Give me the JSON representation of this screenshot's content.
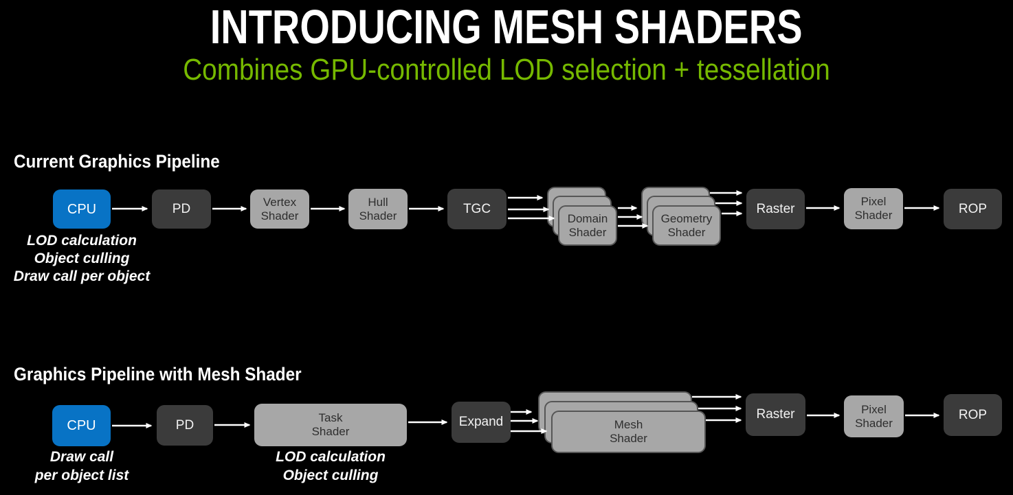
{
  "slide": {
    "title": "INTRODUCING MESH SHADERS",
    "subtitle": "Combines GPU-controlled LOD selection + tessellation"
  },
  "colors": {
    "background": "#000000",
    "title": "#ffffff",
    "subtitle_green": "#76b900",
    "cpu_blue": "#0873c5",
    "dark_box": "#3b3b3b",
    "light_box": "#a7a7a7",
    "arrow": "#ffffff"
  },
  "current_pipeline": {
    "heading": "Current Graphics Pipeline",
    "nodes": {
      "cpu": "CPU",
      "pd": "PD",
      "vertex_shader": "Vertex\nShader",
      "hull_shader": "Hull\nShader",
      "tgc": "TGC",
      "domain_shader": "Domain\nShader",
      "geometry_shader": "Geometry\nShader",
      "raster": "Raster",
      "pixel_shader": "Pixel\nShader",
      "rop": "ROP"
    },
    "cpu_notes": [
      "LOD calculation",
      "Object culling",
      "Draw call per object"
    ]
  },
  "mesh_pipeline": {
    "heading": "Graphics Pipeline with Mesh Shader",
    "nodes": {
      "cpu": "CPU",
      "pd": "PD",
      "task_shader": "Task\nShader",
      "expand": "Expand",
      "mesh_shader": "Mesh\nShader",
      "raster": "Raster",
      "pixel_shader": "Pixel\nShader",
      "rop": "ROP"
    },
    "cpu_notes": [
      "Draw call",
      "per object list"
    ],
    "task_notes": [
      "LOD calculation",
      "Object culling"
    ]
  }
}
